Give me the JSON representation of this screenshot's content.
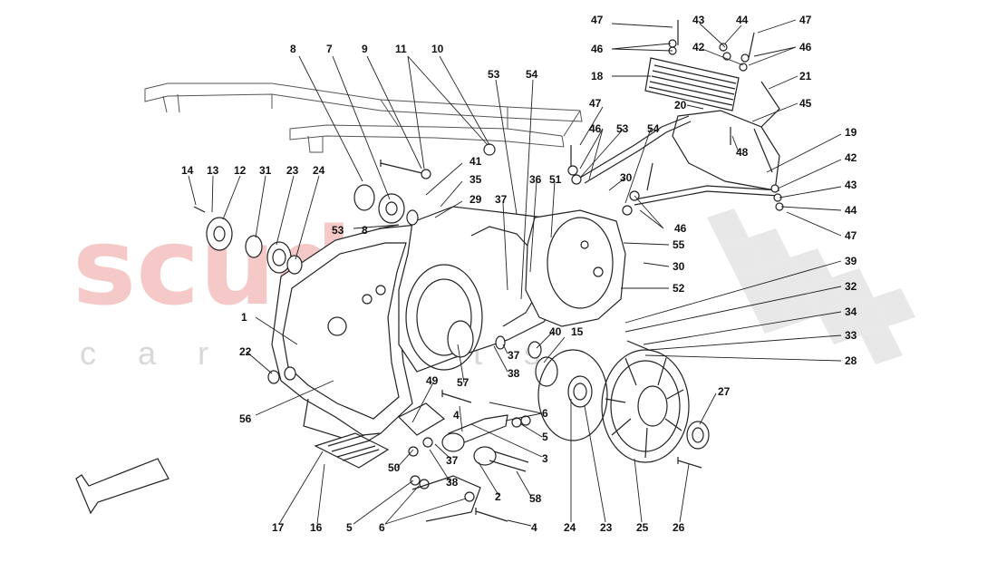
{
  "watermark": {
    "brand": "scuderia",
    "sub": "car parts"
  },
  "callouts": {
    "c1": "1",
    "c2": "2",
    "c3": "3",
    "c4a": "4",
    "c4b": "4",
    "c5a": "5",
    "c5b": "5",
    "c6a": "6",
    "c6b": "6",
    "c7": "7",
    "c8a": "8",
    "c8b": "8",
    "c9": "9",
    "c10": "10",
    "c11": "11",
    "c12": "12",
    "c13": "13",
    "c14": "14",
    "c15": "15",
    "c16": "16",
    "c17": "17",
    "c18": "18",
    "c19": "19",
    "c20": "20",
    "c21": "21",
    "c22": "22",
    "c23a": "23",
    "c23b": "23",
    "c24a": "24",
    "c24b": "24",
    "c25": "25",
    "c26": "26",
    "c27": "27",
    "c28": "28",
    "c29": "29",
    "c30a": "30",
    "c30b": "30",
    "c31": "31",
    "c32": "32",
    "c33": "33",
    "c34": "34",
    "c35": "35",
    "c36": "36",
    "c37a": "37",
    "c37b": "37",
    "c37c": "37",
    "c38a": "38",
    "c38b": "38",
    "c39": "39",
    "c40": "40",
    "c41": "41",
    "c42a": "42",
    "c42b": "42",
    "c43a": "43",
    "c43b": "43",
    "c44a": "44",
    "c44b": "44",
    "c45": "45",
    "c46a": "46",
    "c46b": "46",
    "c46c": "46",
    "c46d": "46",
    "c47a": "47",
    "c47b": "47",
    "c47c": "47",
    "c47d": "47",
    "c48": "48",
    "c49": "49",
    "c50": "50",
    "c51": "51",
    "c52": "52",
    "c53a": "53",
    "c53b": "53",
    "c53c": "53",
    "c54a": "54",
    "c54b": "54",
    "c55": "55",
    "c56": "56",
    "c57": "57",
    "c58": "58"
  }
}
